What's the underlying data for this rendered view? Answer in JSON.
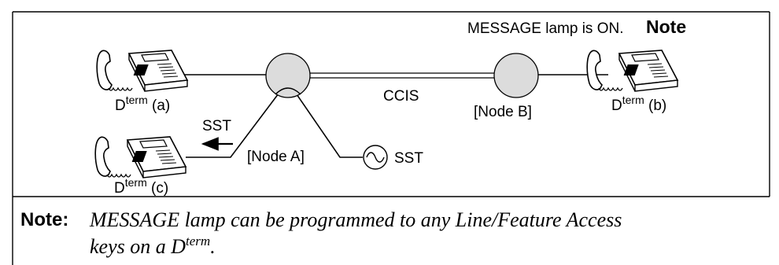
{
  "header_note": {
    "text": "MESSAGE lamp is ON.",
    "ref": "Note"
  },
  "terminals": {
    "a": {
      "base": "D",
      "sup": "term",
      "suffix": " (a)"
    },
    "b": {
      "base": "D",
      "sup": "term",
      "suffix": " (b)"
    },
    "c": {
      "base": "D",
      "sup": "term",
      "suffix": " (c)"
    }
  },
  "nodes": {
    "a": "[Node A]",
    "b": "[Node B]"
  },
  "link_label": "CCIS",
  "sst_arrow_label": "SST",
  "sst_source_label": "SST",
  "footnote": {
    "label": "Note:",
    "line1": "MESSAGE lamp can be programmed to any Line/Feature Access",
    "line2_prefix": "keys on a D",
    "line2_sup": "term",
    "line2_suffix": "."
  }
}
